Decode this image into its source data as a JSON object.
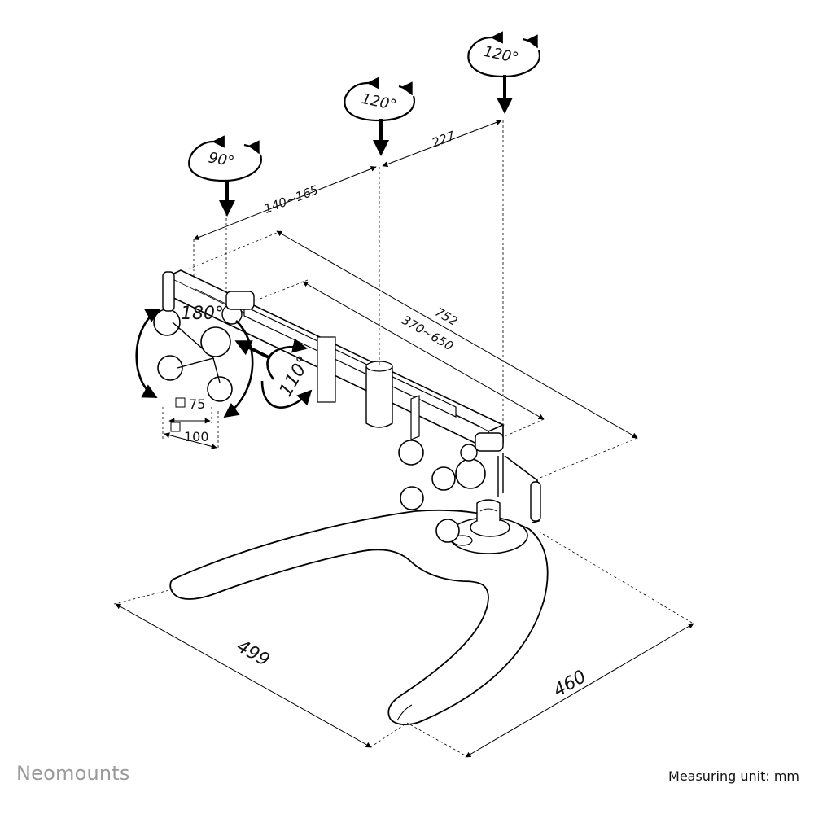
{
  "brand": "Neomounts",
  "measuring_unit": "Measuring unit: mm",
  "rotation_labels": {
    "left_swivel": "90°",
    "mid_swivel": "120°",
    "right_swivel": "120°",
    "rotation": "180°",
    "tilt": "110°"
  },
  "dimensions": {
    "offset_left": "140~165",
    "offset_right": "227",
    "bar_total": "752",
    "bar_range": "370~650",
    "base_depth": "499",
    "base_width": "460"
  },
  "vesa": {
    "small": "75",
    "large": "100"
  }
}
